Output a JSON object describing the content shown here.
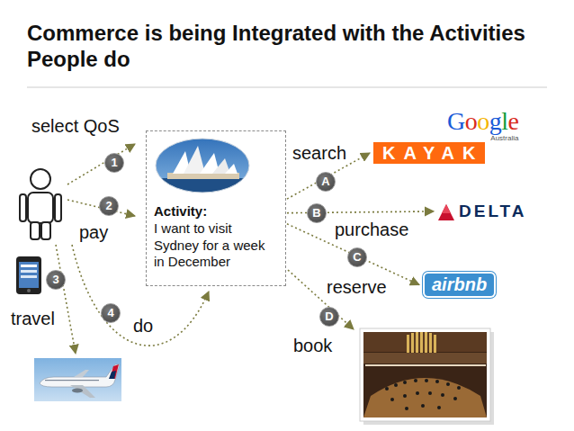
{
  "diagram": {
    "title": "Commerce is being Integrated with the Activities People do",
    "nodes": [
      {
        "text": [
          "Activity:",
          "I want to visit Sydney for a week in December"
        ]
      },
      {
        "text": [
          "Google",
          "Australia"
        ]
      },
      {
        "text": [
          "KAYAK"
        ]
      },
      {
        "text": [
          "DELTA"
        ]
      },
      {
        "text": [
          "airbnb"
        ]
      }
    ],
    "edges": [
      {
        "from": 0,
        "to": 2,
        "arrow": "to",
        "label": "search"
      },
      {
        "from": 0,
        "to": 3,
        "arrow": "to",
        "label": "purchase"
      },
      {
        "from": 0,
        "to": 4,
        "arrow": "to",
        "label": "reserve"
      }
    ],
    "labels": [
      "select QoS",
      "1",
      "2",
      "pay",
      "3",
      "travel",
      "4",
      "do",
      "A",
      "B",
      "C",
      "D",
      "book"
    ]
  }
}
